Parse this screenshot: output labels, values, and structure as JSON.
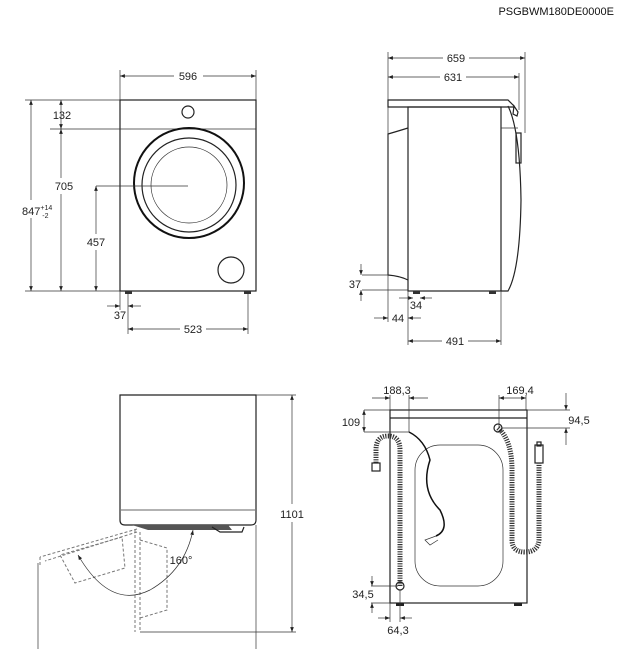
{
  "document_code": "PSGBWM180DE0000E",
  "front_view": {
    "width": "596",
    "height_total": "847",
    "height_tol_plus": "+14",
    "height_tol_minus": "-2",
    "top_panel": "132",
    "body_height": "705",
    "door_center_height": "457",
    "foot_offset": "37",
    "foot_spacing": "523"
  },
  "side_view": {
    "depth_total": "659",
    "depth_body": "631",
    "rear_clearance": "37",
    "foot_width": "34",
    "rear_offset": "44",
    "foot_depth_spacing": "491"
  },
  "top_view": {
    "depth_door_open": "1101",
    "door_angle": "160°"
  },
  "rear_view": {
    "inlet_offset": "188,3",
    "drain_offset": "169,4",
    "inlet_height": "109",
    "drain_height": "94,5",
    "drain_bottom": "34,5",
    "drain_side": "64,3"
  }
}
